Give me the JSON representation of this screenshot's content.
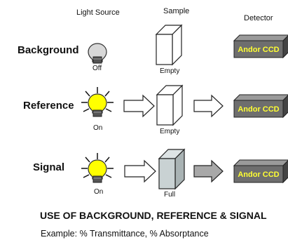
{
  "headers": {
    "light_source": "Light Source",
    "sample": "Sample",
    "detector": "Detector"
  },
  "rows": [
    {
      "label": "Background",
      "lamp_state": "Off",
      "sample_state": "Empty",
      "lamp_on": false,
      "sample_filled": false,
      "arrows": false,
      "detector": "Andor CCD"
    },
    {
      "label": "Reference",
      "lamp_state": "On",
      "sample_state": "Empty",
      "lamp_on": true,
      "sample_filled": false,
      "arrows": true,
      "detector": "Andor CCD"
    },
    {
      "label": "Signal",
      "lamp_state": "On",
      "sample_state": "Full",
      "lamp_on": true,
      "sample_filled": true,
      "arrows": true,
      "detector": "Andor CCD"
    }
  ],
  "caption": "USE OF BACKGROUND, REFERENCE & SIGNAL",
  "example": "Example: % Transmittance, % Absorptance",
  "colors": {
    "bulb_on": "#ffff00",
    "bulb_off": "#d8d8d8",
    "detector_body": "#6e6e6e",
    "detector_text": "#ffff33",
    "sample_full": "#c9d2d3",
    "arrow_signal": "#a8a8a8"
  }
}
